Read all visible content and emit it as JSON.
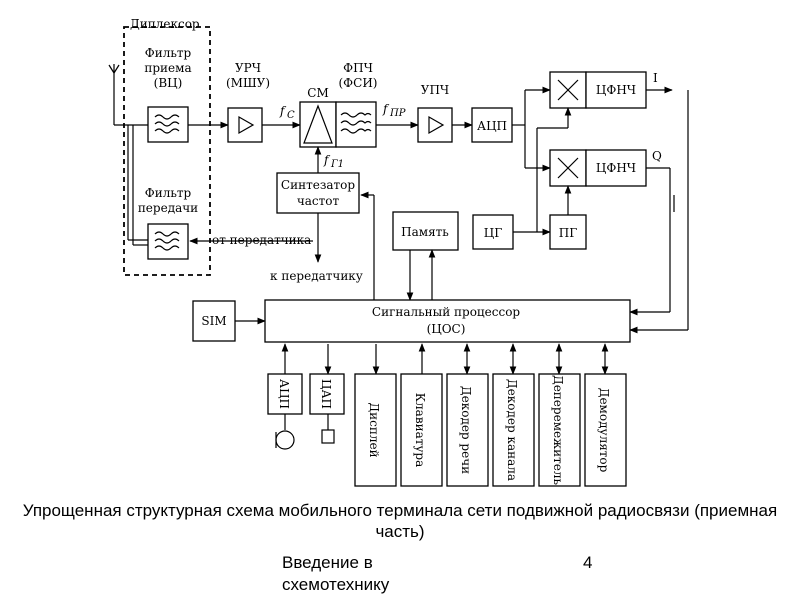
{
  "diagram": {
    "duplexer": "Диплексор",
    "rx_filter": [
      "Фильтр",
      "приема",
      "(ВЦ)"
    ],
    "tx_filter": [
      "Фильтр",
      "передачи"
    ],
    "lna": [
      "УРЧ",
      "(МШУ)"
    ],
    "mixer": "СМ",
    "bpf": [
      "ФПЧ",
      "(ФСИ)"
    ],
    "ifa": "УПЧ",
    "adc": "АЦП",
    "lpf_i": "ЦФНЧ",
    "lpf_q": "ЦФНЧ",
    "out_i": "I",
    "out_q": "Q",
    "synth": [
      "Синтезатор",
      "частот"
    ],
    "memory": "Память",
    "cg": "ЦГ",
    "pg": "ПГ",
    "sim": "SIM",
    "dsp": [
      "Сигнальный процессор",
      "(ЦОС)"
    ],
    "from_tx": "от передатчика",
    "to_tx": "к передатчику",
    "f_c": "f",
    "f_c_sub": "C",
    "f_if": "f",
    "f_if_sub": "ПР",
    "f_lo": "f",
    "f_lo_sub": "Г1",
    "peripherals": [
      "АЦП",
      "ЦАП",
      "Дисплей",
      "Клавиатура",
      "Декодер речи",
      "Декодер канала",
      "Деперемежитель",
      "Демодулятор"
    ]
  },
  "caption": "Упрощенная структурная схема мобильного терминала сети подвижной радиосвязи (приемная часть)",
  "footer": {
    "course": "Введение в схемотехнику",
    "page": "4"
  }
}
